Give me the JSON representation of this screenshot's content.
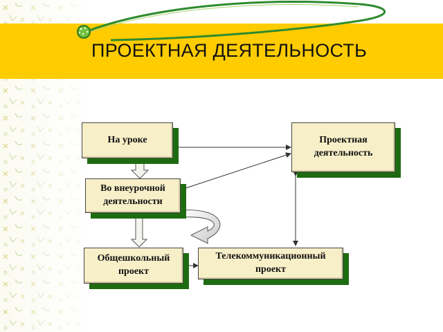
{
  "title": "ПРОЕКТНАЯ ДЕЯТЕЛЬНОСТЬ",
  "colors": {
    "title_band": "#ffcc00",
    "node_face": "#f7efc8",
    "node_shadow": "#1f6b12",
    "swoosh_green": "#2e8b2e",
    "connector": "#333333"
  },
  "nodes": {
    "na_uroke": "На уроке",
    "proektnaya_line1": "Проектная",
    "proektnaya_line2": "деятельность",
    "vo_vneurochnoy_line1": "Во внеурочной",
    "vo_vneurochnoy_line2": "деятельности",
    "obshcheshkolny_line1": "Общешкольный",
    "obshcheshkolny_line2": "проект",
    "telekom_line1": "Телекоммуникационный",
    "telekom_line2": "проект"
  }
}
